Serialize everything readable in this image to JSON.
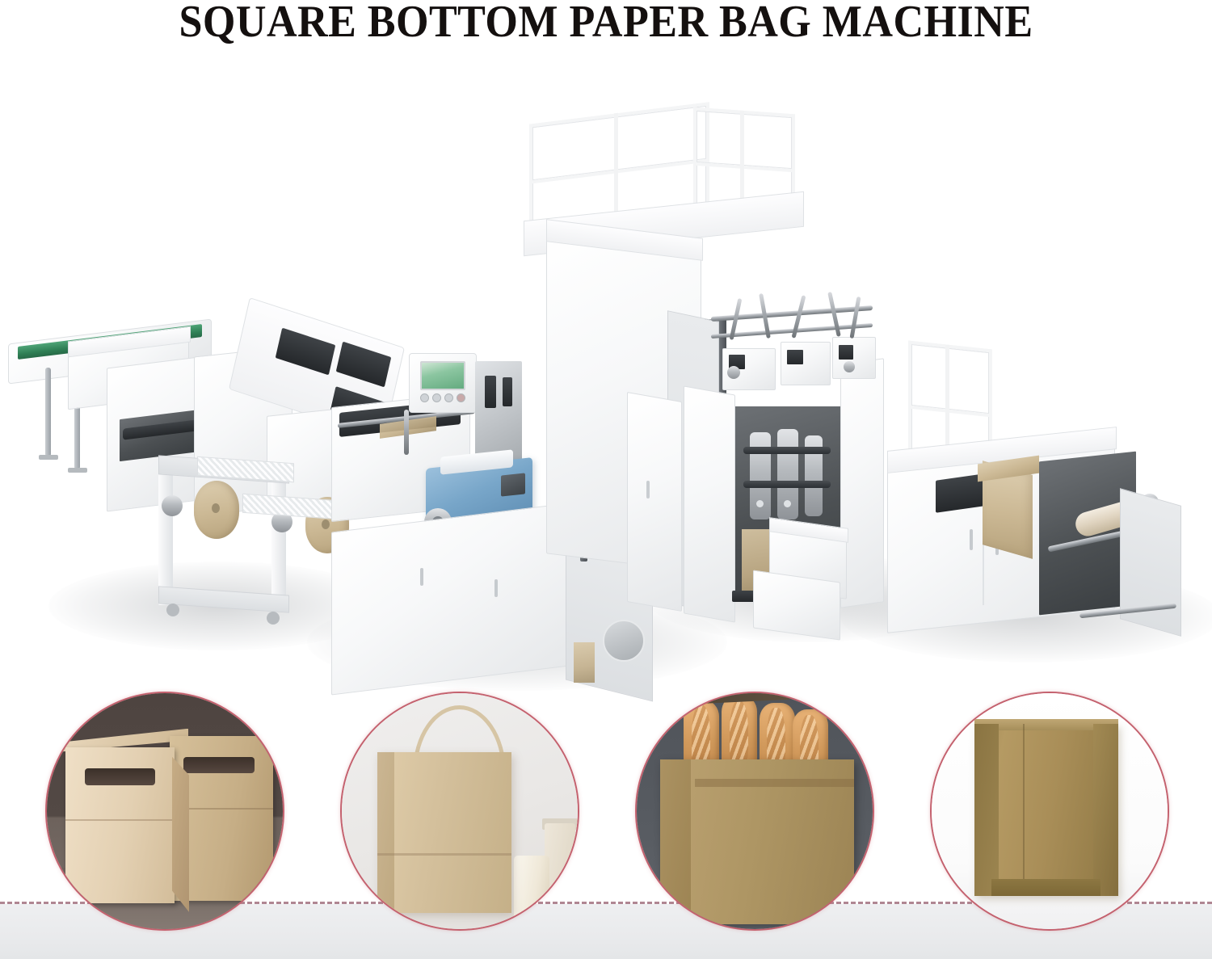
{
  "headline": "SQUARE BOTTOM PAPER BAG MACHINE",
  "colors": {
    "background": "#ffffff",
    "title_text": "#14100f",
    "circle_border": "#c4616e",
    "divider_dash": "#a3727f",
    "floor_band": "#eeeff1",
    "machine_body": "#f2f4f6",
    "control_screen": "#8fc7a2",
    "blue_module": "#6f9ec4",
    "conveyor_belt": "#3f8f63",
    "kraft_paper": "#cbb894",
    "dark_cavity": "#4c5053"
  },
  "machine": {
    "label": "square-bottom-paper-bag-machine-line",
    "sections": [
      {
        "id": "delivery-conveyor",
        "label": "Output conveyor with green belt"
      },
      {
        "id": "bag-stacker",
        "label": "Bag collecting and stacking unit"
      },
      {
        "id": "handle-roll-stand",
        "label": "Kraft handle paper roll stand"
      },
      {
        "id": "control-panel",
        "label": "HMI touchscreen control panel"
      },
      {
        "id": "handle-applicator",
        "label": "Blue handle pasting module"
      },
      {
        "id": "bottom-forming-unit",
        "label": "Square bottom forming unit"
      },
      {
        "id": "safety-railing",
        "label": "Upper platform safety railing"
      },
      {
        "id": "unwinder",
        "label": "Kraft paper reel unwinder stand"
      }
    ]
  },
  "products": [
    {
      "id": "flat-handle-bags",
      "name": "Die-cut punch handle kraft bags",
      "background": "dark"
    },
    {
      "id": "twisted-handle-shopper",
      "name": "Twisted rope handle kraft shopping bag",
      "background": "light"
    },
    {
      "id": "bread-bag",
      "name": "Kraft bread bag with baguettes",
      "background": "dark"
    },
    {
      "id": "plain-square-bottom-bag",
      "name": "Plain square bottom kraft bag",
      "background": "white"
    }
  ]
}
